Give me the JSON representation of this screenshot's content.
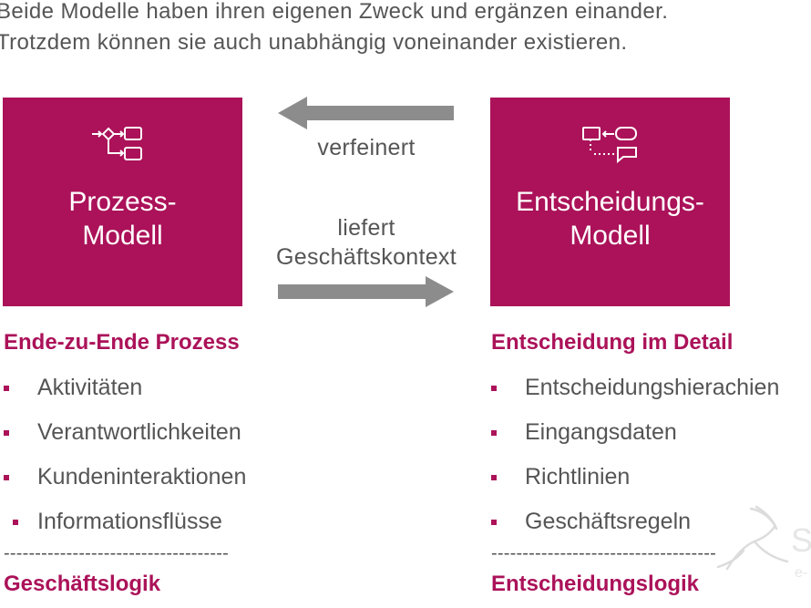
{
  "intro": {
    "line1": "Beide Modelle haben ihren eigenen Zweck und ergänzen einander.",
    "line2": "Trotzdem können sie auch unabhängig voneinander existieren."
  },
  "colors": {
    "accent": "#ab1259",
    "text": "#555555",
    "arrow": "#8c8c8c"
  },
  "process_box": {
    "icon": "process-flow-icon",
    "line1": "Prozess-",
    "line2": "Modell"
  },
  "decision_box": {
    "icon": "decision-icon",
    "line1": "Entscheidungs-",
    "line2": "Modell"
  },
  "arrows": {
    "top_label": "verfeinert",
    "bottom_label_line1": "liefert",
    "bottom_label_line2": "Geschäftskontext"
  },
  "left_column": {
    "heading": "Ende-zu-Ende Prozess",
    "items": [
      "Aktivitäten",
      "Verantwortlichkeiten",
      "Kundeninteraktionen",
      "Informationsflüsse"
    ],
    "divider": "------------------------------------",
    "footer": "Geschäftslogik"
  },
  "right_column": {
    "heading": "Entscheidung im Detail",
    "items": [
      "Entscheidungshierachien",
      "Eingangsdaten",
      "Richtlinien",
      "Geschäftsregeln"
    ],
    "divider": "------------------------------------",
    "footer": "Entscheidungslogik"
  },
  "watermark": {
    "icon": "gazelle-logo-icon",
    "letter": "S",
    "sub": "e-"
  }
}
